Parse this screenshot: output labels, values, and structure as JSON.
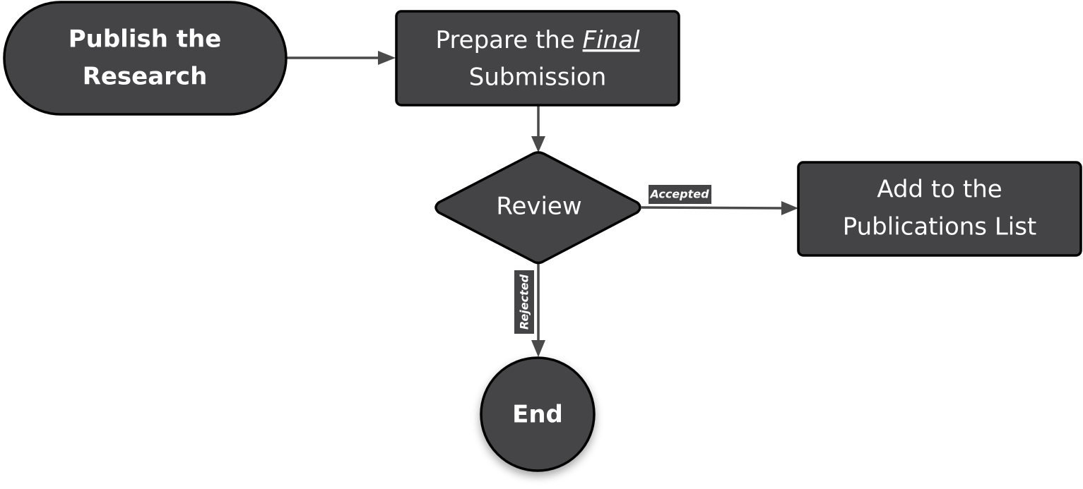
{
  "diagram": {
    "nodes": {
      "start": {
        "line1": "Publish the",
        "line2": "Research"
      },
      "prepare": {
        "line1_prefix": "Prepare the ",
        "line1_emphasis": "Final",
        "line2": "Submission"
      },
      "review": {
        "label": "Review"
      },
      "publications": {
        "line1": "Add to the",
        "line2": "Publications List"
      },
      "end": {
        "label": "End"
      }
    },
    "edges": {
      "accepted": {
        "label": "Accepted"
      },
      "rejected": {
        "label": "Rejected"
      }
    },
    "colors": {
      "node_fill": "#444446",
      "node_stroke": "#000000",
      "edge": "#4a4a4a",
      "text": "#ffffff"
    }
  }
}
